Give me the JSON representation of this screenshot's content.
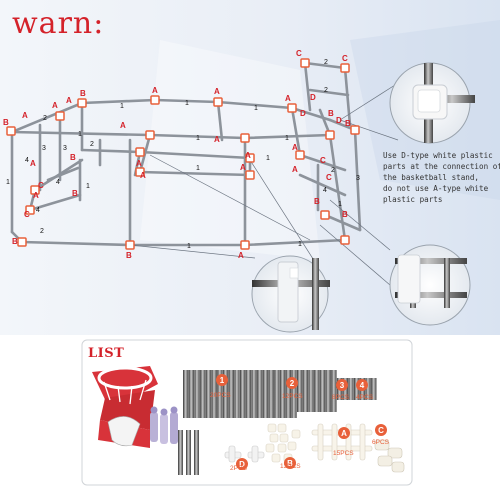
{
  "warning": {
    "title": "warn:"
  },
  "note": {
    "lines": [
      "Use D-type white plastic",
      "parts at the connection of",
      "the basketball stand,",
      "do not use A-type white",
      "plastic parts"
    ]
  },
  "list": {
    "title": "LIST",
    "parts": [
      {
        "id": "1",
        "count": "20PCS"
      },
      {
        "id": "2",
        "count": "12PCS"
      },
      {
        "id": "3",
        "count": "8PCS"
      },
      {
        "id": "4",
        "count": "4PCS"
      },
      {
        "id": "A",
        "count": "15PCS"
      },
      {
        "id": "B",
        "count": "13PCS"
      },
      {
        "id": "C",
        "count": "6PCS"
      },
      {
        "id": "D",
        "count": "2PCS"
      }
    ]
  },
  "frame_labels": {
    "connectors": [
      "A",
      "B",
      "C",
      "D"
    ],
    "tubes": [
      "1",
      "2",
      "3",
      "4"
    ]
  },
  "colors": {
    "accent": "#d4222a",
    "chip": "#e8603a",
    "tube": "#9aa0a8"
  }
}
